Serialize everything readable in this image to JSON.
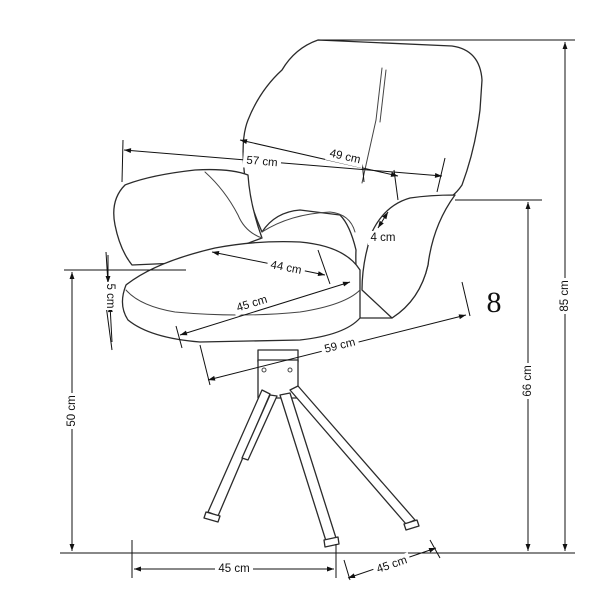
{
  "model_number": "8",
  "dimensions": {
    "total_height": "85 cm",
    "seat_height": "50 cm",
    "armrest_height": "66 cm",
    "width": "57 cm",
    "backrest_width": "49 cm",
    "overall_depth": "59 cm",
    "seat_depth": "44 cm",
    "seat_width": "45 cm",
    "seat_thickness": "5 cm",
    "armrest_thickness": "4 cm",
    "base_width": "45 cm",
    "base_depth": "45 cm"
  },
  "colors": {
    "line": "#2b2b2b",
    "background": "#ffffff"
  }
}
